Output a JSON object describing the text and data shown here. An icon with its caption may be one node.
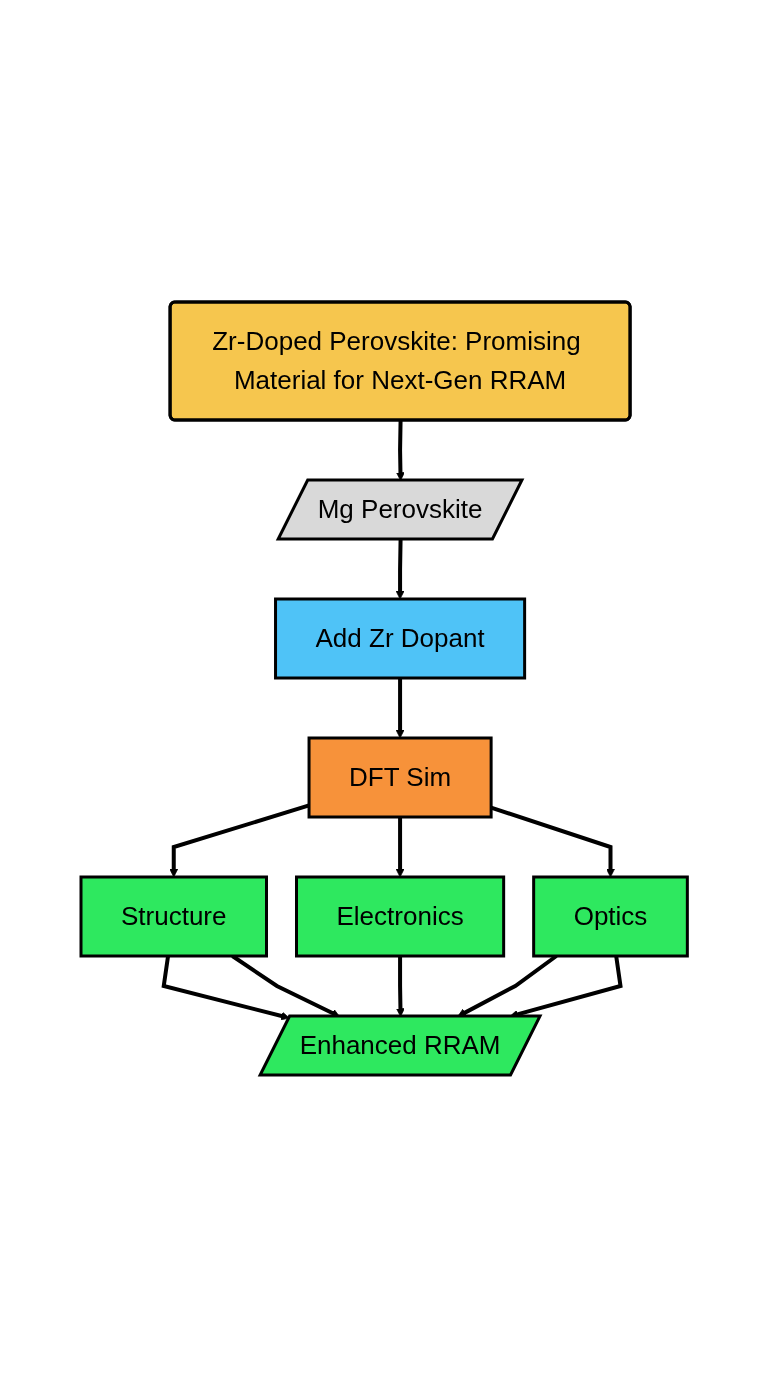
{
  "diagram": {
    "nodes": [
      {
        "text": [
          "Zr-Doped Perovskite: Promising Material for Next-Gen RRAM"
        ]
      },
      {
        "text": [
          "Mg Perovskite"
        ]
      },
      {
        "text": [
          "Add Zr Dopant"
        ]
      },
      {
        "text": [
          "DFT Sim"
        ]
      },
      {
        "text": [
          "Structure"
        ]
      },
      {
        "text": [
          "Electronics"
        ]
      },
      {
        "text": [
          "Optics"
        ]
      },
      {
        "text": [
          "Enhanced RRAM"
        ]
      }
    ],
    "edges": [
      {
        "from": 0,
        "to": 1,
        "arrow": "to"
      },
      {
        "from": 1,
        "to": 2,
        "arrow": "to"
      },
      {
        "from": 2,
        "to": 3,
        "arrow": "to"
      },
      {
        "from": 3,
        "to": 4,
        "arrow": "to"
      },
      {
        "from": 3,
        "to": 5,
        "arrow": "to"
      },
      {
        "from": 3,
        "to": 6,
        "arrow": "to"
      },
      {
        "from": 4,
        "to": 7,
        "arrow": "to"
      },
      {
        "from": 4,
        "to": 7,
        "arrow": "to"
      },
      {
        "from": 5,
        "to": 7,
        "arrow": "to"
      },
      {
        "from": 6,
        "to": 7,
        "arrow": "to"
      },
      {
        "from": 6,
        "to": 7,
        "arrow": "to"
      }
    ]
  }
}
